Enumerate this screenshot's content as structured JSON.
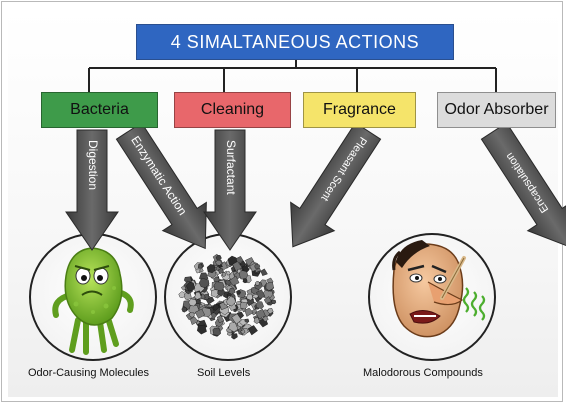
{
  "diagram": {
    "title": "4 SIMALTANEOUS ACTIONS",
    "colors": {
      "title_fill": "#2f66c1",
      "bacteria": "#3e9b4a",
      "cleaning": "#e8676b",
      "fragrance": "#f5e46a",
      "odor_absorber": "#dcdcdc",
      "arrow": "#4a4a4a"
    },
    "categories": {
      "bacteria": "Bacteria",
      "cleaning": "Cleaning",
      "fragrance": "Fragrance",
      "odor_absorber": "Odor Absorber"
    },
    "arrows": {
      "digestion": "Digestion",
      "enzymatic": "Enzymatic Action",
      "surfactant": "Surfactant",
      "scent": "Pleasant Scent",
      "encapsulation": "Encapsulation"
    },
    "targets": {
      "odor_molecules": "Odor-Causing Molecules",
      "soil_levels": "Soil Levels",
      "malodorous": "Malodorous Compounds"
    },
    "illustrations": {
      "germ": "germ-illustration",
      "soil": "soil-particles-illustration",
      "face": "disgusted-face-illustration"
    }
  }
}
